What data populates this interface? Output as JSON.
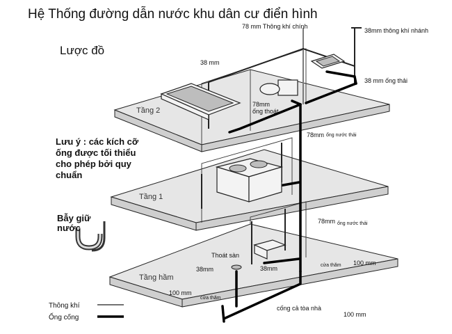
{
  "title": "Hệ Thống đường dẫn nước khu dân cư điển hình",
  "subtitle": "Lược đồ",
  "note_lines": [
    "Lưu ý : các kích cỡ",
    "ống được tối thiểu",
    "cho phép bởi quy",
    "chuẩn"
  ],
  "trap_label_lines": [
    "Bẫy giữ",
    "nước"
  ],
  "floors": {
    "floor2": "Tầng 2",
    "floor1": "Tầng 1",
    "basement": "Tầng hầm"
  },
  "labels": {
    "main_vent": "78 mm Thông khí chính",
    "branch_vent": "38mm thông khí nhánh",
    "vent_38_top": "38 mm",
    "waste_38": "38 mm ống thải",
    "drain_78_line1": "78mm",
    "drain_78_line2": "ống thoát",
    "waste_78_upper_size": "78mm",
    "waste_78_upper_text": "ống nước thải",
    "waste_78_lower_size": "78mm",
    "waste_78_lower_text": "ống nước thải",
    "floor_drain": "Thoát sàn",
    "basement_38_left": "38mm",
    "basement_38_right": "38mm",
    "cleanout_right": "cửa thăm",
    "size_100_right": "100 mm",
    "size_100_left": "100 mm",
    "cleanout_left": "cửa thăm",
    "building_sewer": "cống cả tòa nhà",
    "size_100_bottom": "100 mm"
  },
  "legend": {
    "vent": "Thông khí",
    "drain": "Ống cống"
  }
}
